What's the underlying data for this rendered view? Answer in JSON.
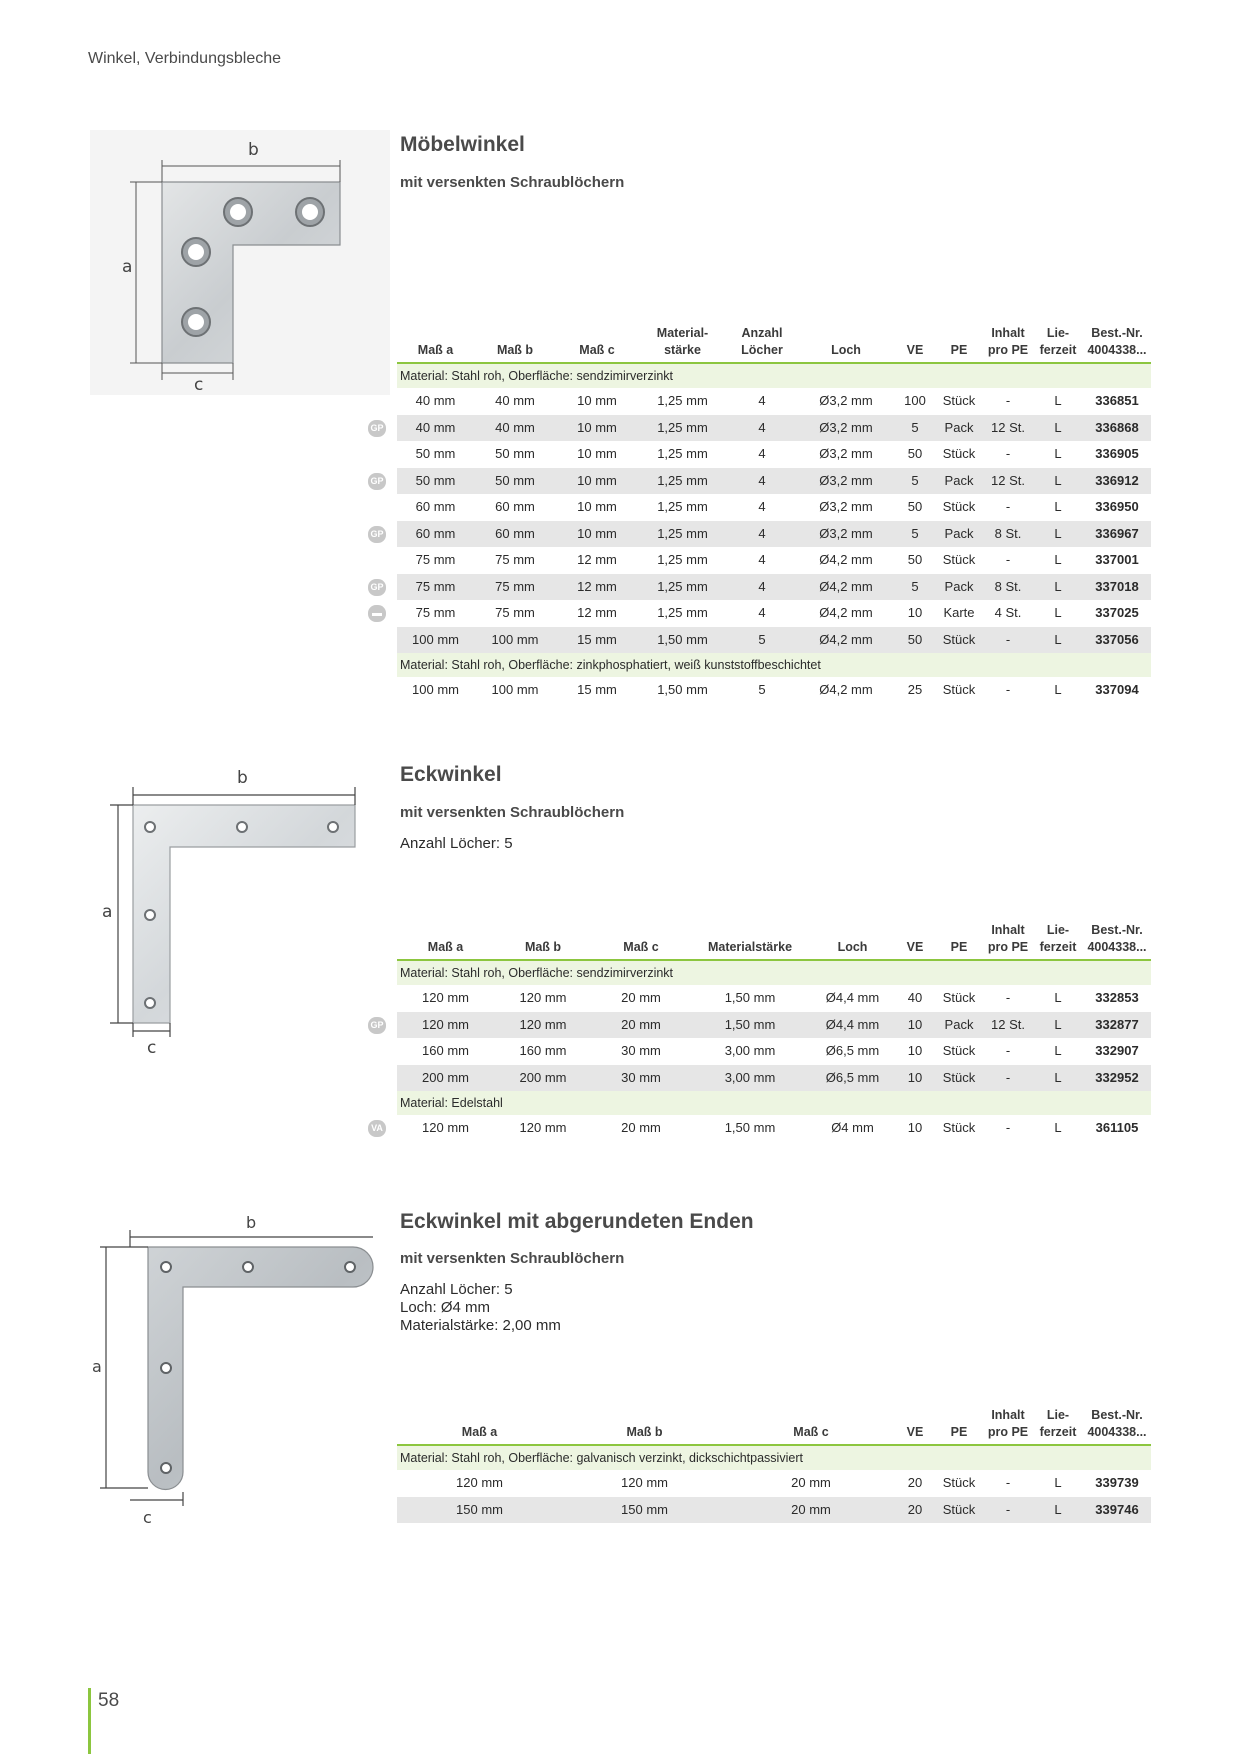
{
  "header": "Winkel, Verbindungsbleche",
  "page_number": "58",
  "sections": [
    {
      "title": "Möbelwinkel",
      "subtitle": "mit versenkten Schraublöchern",
      "drawing_labels": {
        "a": "a",
        "b": "b",
        "c": "c"
      },
      "columns": [
        "Maß a",
        "Maß b",
        "Maß c",
        "Material-\nstärke",
        "Anzahl\nLöcher",
        "Loch",
        "VE",
        "PE",
        "Inhalt\npro PE",
        "Lie-\nferzeit",
        "Best.-Nr.\n4004338..."
      ],
      "groups": [
        {
          "material": "Material: Stahl roh, Oberfläche: sendzimirverzinkt",
          "rows": [
            {
              "mark": "",
              "cells": [
                "40 mm",
                "40 mm",
                "10 mm",
                "1,25 mm",
                "4",
                "Ø3,2 mm",
                "100",
                "Stück",
                "-",
                "L",
                "336851"
              ]
            },
            {
              "mark": "GP",
              "cells": [
                "40 mm",
                "40 mm",
                "10 mm",
                "1,25 mm",
                "4",
                "Ø3,2 mm",
                "5",
                "Pack",
                "12 St.",
                "L",
                "336868"
              ]
            },
            {
              "mark": "",
              "cells": [
                "50 mm",
                "50 mm",
                "10 mm",
                "1,25 mm",
                "4",
                "Ø3,2 mm",
                "50",
                "Stück",
                "-",
                "L",
                "336905"
              ]
            },
            {
              "mark": "GP",
              "cells": [
                "50 mm",
                "50 mm",
                "10 mm",
                "1,25 mm",
                "4",
                "Ø3,2 mm",
                "5",
                "Pack",
                "12 St.",
                "L",
                "336912"
              ]
            },
            {
              "mark": "",
              "cells": [
                "60 mm",
                "60 mm",
                "10 mm",
                "1,25 mm",
                "4",
                "Ø3,2 mm",
                "50",
                "Stück",
                "-",
                "L",
                "336950"
              ]
            },
            {
              "mark": "GP",
              "cells": [
                "60 mm",
                "60 mm",
                "10 mm",
                "1,25 mm",
                "4",
                "Ø3,2 mm",
                "5",
                "Pack",
                "8 St.",
                "L",
                "336967"
              ]
            },
            {
              "mark": "",
              "cells": [
                "75 mm",
                "75 mm",
                "12 mm",
                "1,25 mm",
                "4",
                "Ø4,2 mm",
                "50",
                "Stück",
                "-",
                "L",
                "337001"
              ]
            },
            {
              "mark": "GP",
              "cells": [
                "75 mm",
                "75 mm",
                "12 mm",
                "1,25 mm",
                "4",
                "Ø4,2 mm",
                "5",
                "Pack",
                "8 St.",
                "L",
                "337018"
              ]
            },
            {
              "mark": "card",
              "cells": [
                "75 mm",
                "75 mm",
                "12 mm",
                "1,25 mm",
                "4",
                "Ø4,2 mm",
                "10",
                "Karte",
                "4 St.",
                "L",
                "337025"
              ]
            },
            {
              "mark": "",
              "cells": [
                "100 mm",
                "100 mm",
                "15 mm",
                "1,50 mm",
                "5",
                "Ø4,2 mm",
                "50",
                "Stück",
                "-",
                "L",
                "337056"
              ]
            }
          ]
        },
        {
          "material": "Material: Stahl roh, Oberfläche: zinkphosphatiert, weiß kunststoffbeschichtet",
          "rows": [
            {
              "mark": "",
              "cells": [
                "100 mm",
                "100 mm",
                "15 mm",
                "1,50 mm",
                "5",
                "Ø4,2 mm",
                "25",
                "Stück",
                "-",
                "L",
                "337094"
              ]
            }
          ]
        }
      ]
    },
    {
      "title": "Eckwinkel",
      "subtitle": "mit versenkten Schraublöchern",
      "info": [
        "Anzahl Löcher: 5"
      ],
      "drawing_labels": {
        "a": "a",
        "b": "b",
        "c": "c"
      },
      "columns": [
        "Maß a",
        "Maß b",
        "Maß c",
        "Materialstärke",
        "Loch",
        "VE",
        "PE",
        "Inhalt\npro PE",
        "Lie-\nferzeit",
        "Best.-Nr.\n4004338..."
      ],
      "groups": [
        {
          "material": "Material: Stahl roh, Oberfläche: sendzimirverzinkt",
          "rows": [
            {
              "mark": "",
              "cells": [
                "120 mm",
                "120 mm",
                "20 mm",
                "1,50 mm",
                "Ø4,4 mm",
                "40",
                "Stück",
                "-",
                "L",
                "332853"
              ]
            },
            {
              "mark": "GP",
              "cells": [
                "120 mm",
                "120 mm",
                "20 mm",
                "1,50 mm",
                "Ø4,4 mm",
                "10",
                "Pack",
                "12 St.",
                "L",
                "332877"
              ]
            },
            {
              "mark": "",
              "cells": [
                "160 mm",
                "160 mm",
                "30 mm",
                "3,00 mm",
                "Ø6,5 mm",
                "10",
                "Stück",
                "-",
                "L",
                "332907"
              ]
            },
            {
              "mark": "",
              "cells": [
                "200 mm",
                "200 mm",
                "30 mm",
                "3,00 mm",
                "Ø6,5 mm",
                "10",
                "Stück",
                "-",
                "L",
                "332952"
              ]
            }
          ]
        },
        {
          "material": "Material: Edelstahl",
          "rows": [
            {
              "mark": "VA",
              "cells": [
                "120 mm",
                "120 mm",
                "20 mm",
                "1,50 mm",
                "Ø4 mm",
                "10",
                "Stück",
                "-",
                "L",
                "361105"
              ]
            }
          ]
        }
      ]
    },
    {
      "title": "Eckwinkel mit abgerundeten Enden",
      "subtitle": "mit versenkten Schraublöchern",
      "info": [
        "Anzahl Löcher: 5",
        "Loch: Ø4 mm",
        "Materialstärke: 2,00 mm"
      ],
      "drawing_labels": {
        "a": "a",
        "b": "b",
        "c": "c"
      },
      "columns": [
        "Maß a",
        "Maß b",
        "Maß c",
        "VE",
        "PE",
        "Inhalt\npro PE",
        "Lie-\nferzeit",
        "Best.-Nr.\n4004338..."
      ],
      "groups": [
        {
          "material": "Material: Stahl roh, Oberfläche: galvanisch verzinkt, dickschichtpassiviert",
          "rows": [
            {
              "mark": "",
              "cells": [
                "120 mm",
                "120 mm",
                "20 mm",
                "20",
                "Stück",
                "-",
                "L",
                "339739"
              ]
            },
            {
              "mark": "",
              "cells": [
                "150 mm",
                "150 mm",
                "20 mm",
                "20",
                "Stück",
                "-",
                "L",
                "339746"
              ]
            }
          ]
        }
      ]
    }
  ]
}
